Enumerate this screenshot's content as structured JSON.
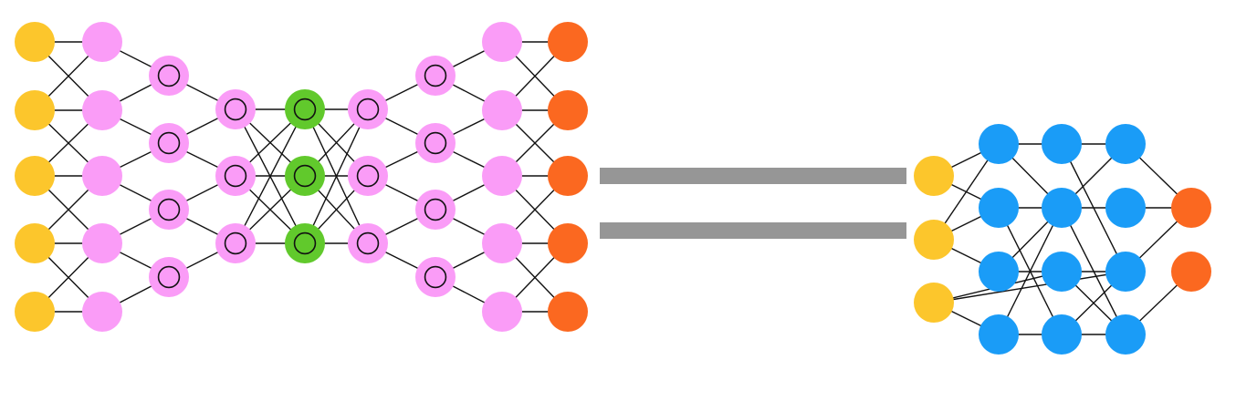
{
  "colors": {
    "input": "#fcc62c",
    "hidden": "#fa9cf7",
    "bottleneck": "#61c92c",
    "output": "#fb6820",
    "neuron": "#1a9cf7",
    "edge": "#111111",
    "equals": "#969696"
  },
  "left_network": {
    "layers": [
      {
        "role": "input",
        "nodes": 5,
        "ring": false
      },
      {
        "role": "hidden",
        "nodes": 5,
        "ring": false
      },
      {
        "role": "hidden",
        "nodes": 4,
        "ring": true
      },
      {
        "role": "hidden",
        "nodes": 3,
        "ring": true
      },
      {
        "role": "bottleneck",
        "nodes": 3,
        "ring": true
      },
      {
        "role": "hidden",
        "nodes": 3,
        "ring": true
      },
      {
        "role": "hidden",
        "nodes": 4,
        "ring": true
      },
      {
        "role": "hidden",
        "nodes": 5,
        "ring": false
      },
      {
        "role": "output",
        "nodes": 5,
        "ring": false
      }
    ]
  },
  "right_network": {
    "layers": [
      {
        "role": "input",
        "nodes": 3
      },
      {
        "role": "neuron",
        "nodes": 4
      },
      {
        "role": "neuron",
        "nodes": 4
      },
      {
        "role": "neuron",
        "nodes": 4
      },
      {
        "role": "output",
        "nodes": 2
      }
    ]
  },
  "equals_sign": {
    "bars": 2
  }
}
